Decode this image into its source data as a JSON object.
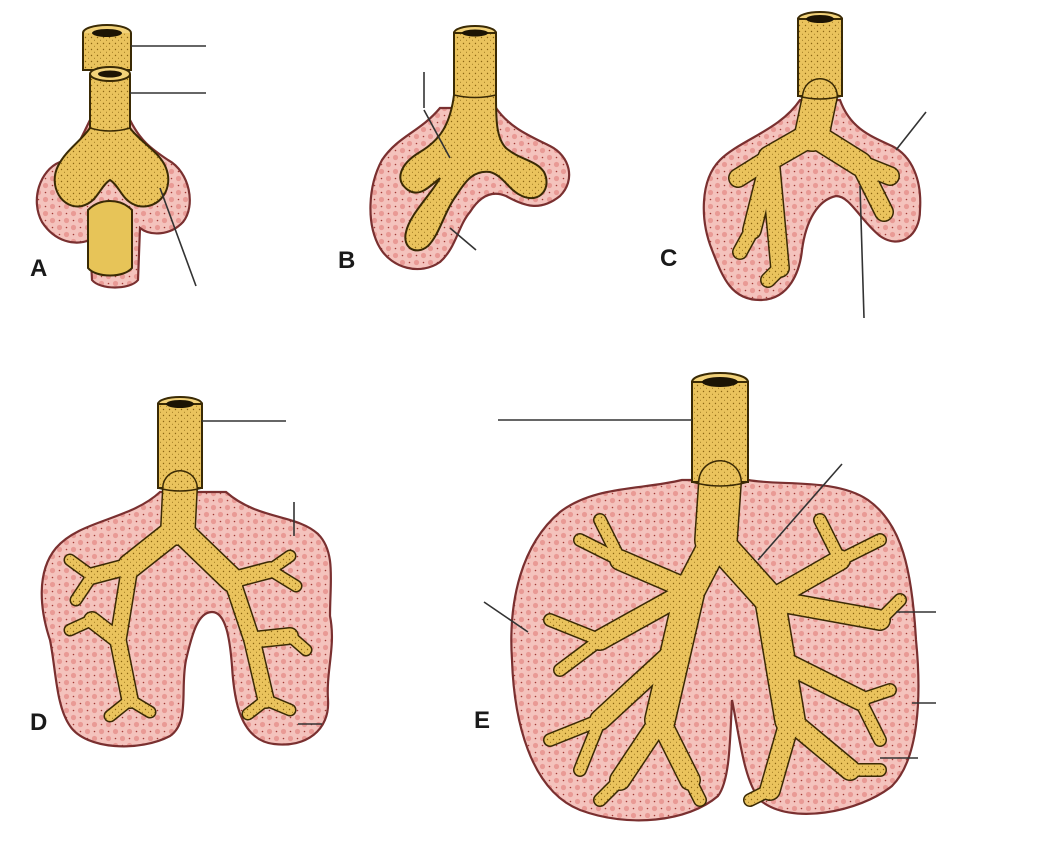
{
  "stages": [
    {
      "key": "A",
      "label": "A"
    },
    {
      "key": "B",
      "label": "B"
    },
    {
      "key": "C",
      "label": "C"
    },
    {
      "key": "D",
      "label": "D"
    },
    {
      "key": "E",
      "label": "E"
    }
  ],
  "colors": {
    "endoderm": "#e9c35c",
    "endoderm_dots": "#7a5a12",
    "mesenchyme": "#f3b9b3",
    "mesenchyme_dots": "#d9645e",
    "leader_lines": "#333333",
    "label_text": "#1a1a1a"
  }
}
